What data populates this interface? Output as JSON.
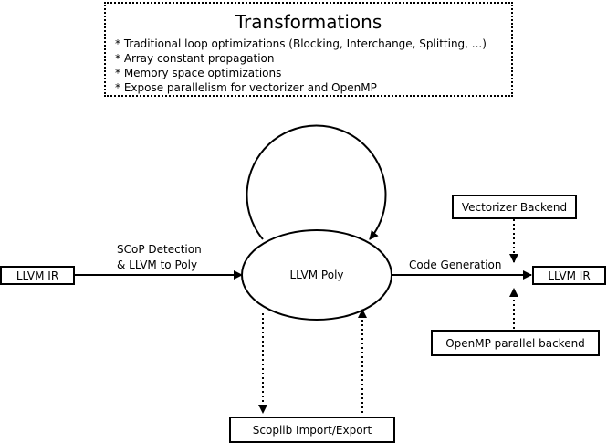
{
  "transformations": {
    "title": "Transformations",
    "items": [
      "* Traditional loop optimizations (Blocking, Interchange, Splitting, ...)",
      "* Array constant propagation",
      "* Memory space optimizations",
      "* Expose parallelism for vectorizer and OpenMP"
    ]
  },
  "nodes": {
    "input": "LLVM IR",
    "poly": "LLVM Poly",
    "output": "LLVM IR",
    "vectorizer": "Vectorizer Backend",
    "openmp": "OpenMP parallel backend",
    "scoplib": "Scoplib Import/Export"
  },
  "edges": {
    "scop_line1": "SCoP Detection",
    "scop_line2": "& LLVM to Poly",
    "codegen": "Code Generation"
  }
}
